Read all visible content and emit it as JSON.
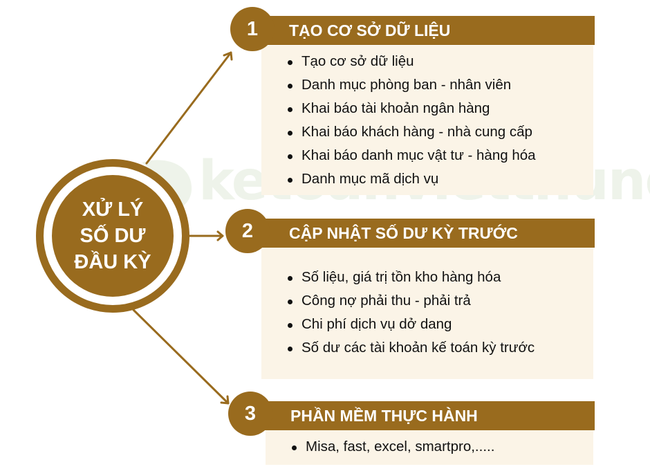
{
  "watermark": {
    "text": "ketoanvietthung"
  },
  "center": {
    "lines": [
      "XỬ LÝ",
      "SỐ DƯ",
      "ĐẦU KỲ"
    ]
  },
  "sections": [
    {
      "number": "1",
      "title": "TẠO CƠ SỞ DỮ LIỆU",
      "items": [
        "Tạo cơ sở dữ liệu",
        "Danh mục phòng ban - nhân viên",
        "Khai báo tài khoản ngân hàng",
        "Khai báo khách hàng - nhà cung cấp",
        "Khai báo danh mục vật tư  - hàng hóa",
        "Danh mục mã  dịch vụ"
      ]
    },
    {
      "number": "2",
      "title": "CẬP NHẬT SỐ DƯ KỲ TRƯỚC",
      "items": [
        "Số liệu, giá trị tồn kho hàng hóa",
        " Công nợ phải thu - phải trả",
        " Chi phí dịch vụ dở dang",
        " Số dư các tài khoản kế toán kỳ trước"
      ]
    },
    {
      "number": "3",
      "title": "PHẦN MỀM THỰC HÀNH",
      "items": [
        "Misa, fast, excel, smartpro,....."
      ]
    }
  ],
  "colors": {
    "accent": "#996b1e",
    "panel": "#fbf4e7",
    "text": "#111111"
  }
}
